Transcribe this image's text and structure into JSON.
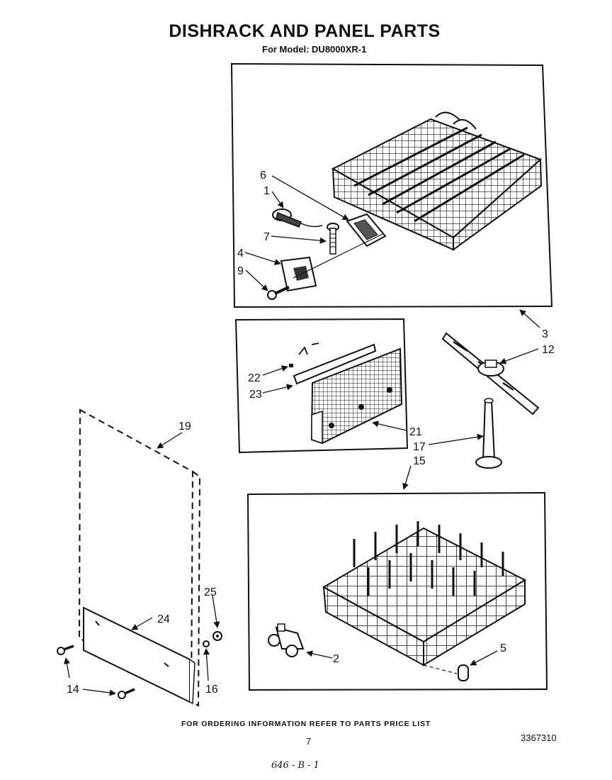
{
  "header": {
    "title": "DISHRACK AND PANEL PARTS",
    "subtitle": "For Model: DU8000XR-1"
  },
  "callouts": [
    "1",
    "2",
    "3",
    "4",
    "5",
    "6",
    "7",
    "9",
    "12",
    "14",
    "15",
    "16",
    "17",
    "19",
    "21",
    "22",
    "23",
    "24",
    "25"
  ],
  "footer": {
    "note": "FOR ORDERING INFORMATION REFER TO PARTS PRICE LIST",
    "page_number": "7",
    "document_number": "3367310",
    "handwritten_code": "646 - B - 1"
  }
}
